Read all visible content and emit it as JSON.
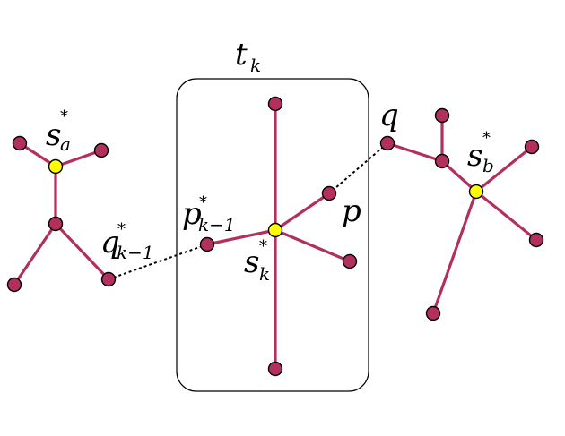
{
  "colors": {
    "edge": "#b3305e",
    "leaf_node": "#b3305e",
    "center_node": "#ffff00",
    "outline": "#000000",
    "connector": "#000000"
  },
  "labels": {
    "t_main": "t",
    "t_sub": "k",
    "sa_main": "s",
    "sa_sub": "a",
    "sa_sup": "*",
    "sb_main": "s",
    "sb_sub": "b",
    "sb_sup": "*",
    "sk_main": "s",
    "sk_sub": "k",
    "sk_sup": "*",
    "q_main": "q",
    "p_main": "p",
    "qk_main": "q",
    "qk_sub": "k−1",
    "qk_sup": "*",
    "pk_main": "p",
    "pk_sub": "k−1",
    "pk_sup": "*"
  }
}
